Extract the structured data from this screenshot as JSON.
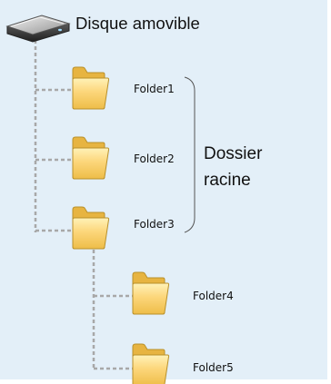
{
  "diagram": {
    "root": {
      "label": "Disque amovible",
      "icon": "removable-drive-icon"
    },
    "root_folders": [
      {
        "label": "Folder1",
        "icon": "folder-icon"
      },
      {
        "label": "Folder2",
        "icon": "folder-icon"
      },
      {
        "label": "Folder3",
        "icon": "folder-icon"
      }
    ],
    "sub_folders": [
      {
        "label": "Folder4",
        "icon": "folder-icon"
      },
      {
        "label": "Folder5",
        "icon": "folder-icon"
      }
    ],
    "group": {
      "line1": "Dossier",
      "line2": "racine"
    }
  },
  "colors": {
    "background": "#e3eff8",
    "connector": "#a8a8a8",
    "folder_fill": "#fbd67a",
    "folder_stroke": "#b9902a"
  }
}
